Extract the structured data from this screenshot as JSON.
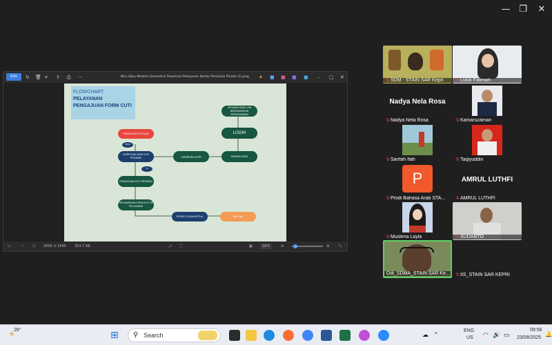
{
  "window_controls": {
    "minimize": "—",
    "maximize": "❐",
    "close": "✕"
  },
  "viewer": {
    "edit_label": "Edit",
    "file_title": "Biru Hijau Modern Geometris Flowchart Pelayanan Kantor Perizinan Pindah (1).png",
    "status": {
      "dimensions": "2000 × 1545",
      "size": "353.7 KB",
      "zoom": "16%"
    },
    "flowchart": {
      "title_line1": "FLOWCHART",
      "title_line2": "PELAYANAN PENGAJUAN FORM CUTI",
      "nodes": {
        "start": "PEGAWAI DATA LAIN BERDASARKAN KEPEGAWAIAN",
        "login": "LOGIN",
        "mengisi": "MENGISI DATA",
        "ajukan": "AJUKAN CUTI",
        "verifikasi": "VERIFIKASI DATA CUTI PEGAWAI",
        "pengajuan_ditolak": "PENGAJUAN DITOLAK",
        "pengajuan_cuti": "PENGAJUAN CUTI PEGAWAI",
        "penyampaian": "PENYAMPAIAN FORM CUTI KE PELAYANAN",
        "persetujuan": "PERSETUJUAN KETUA",
        "selesai": "SELESAI",
        "oval_tidak": "TIDAK",
        "oval_ya": "YA"
      }
    }
  },
  "participants": [
    {
      "name": "SDM - STAIN SAR Kepri"
    },
    {
      "name": "Luluk Fatimah"
    },
    {
      "name": "Nadya Nela Rosa",
      "display": "Nadya Nela Rosa"
    },
    {
      "name": "Kamaruzaman"
    },
    {
      "name": "Sarifah Ifah"
    },
    {
      "name": "Taqiyuddin"
    },
    {
      "name": "Prodi Bahasa Arab STA...",
      "avatar_letter": "P"
    },
    {
      "name": "AMRUL LUTHFI",
      "display": "AMRUL LUTHFI"
    },
    {
      "name": "Muslena Layla"
    },
    {
      "name": "SUDANTO"
    },
    {
      "name": "Odi_SDMA_STAIN SAR Ke..."
    },
    {
      "name": "IIS_STAIN SAR KEPRI"
    }
  ],
  "taskbar": {
    "weather": "26°",
    "search_label": "Search",
    "language": "ENG",
    "region": "US",
    "time": "09:56",
    "date": "23/09/2025"
  },
  "colors": {
    "flow_bg": "#d9e6d7",
    "node_green": "#175640",
    "node_blue": "#1c3f6e",
    "node_red": "#e8473f",
    "node_orange": "#f39a55",
    "speaker_highlight": "#5fd068"
  }
}
